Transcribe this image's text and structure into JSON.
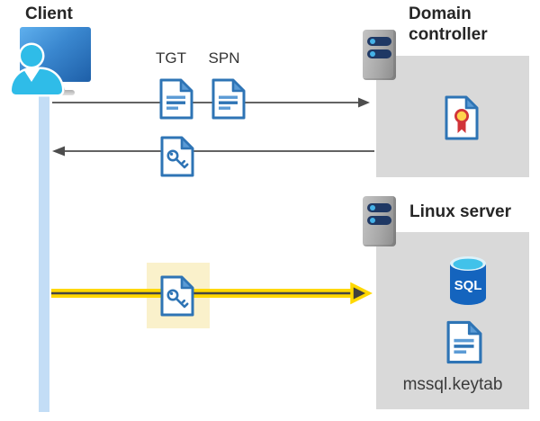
{
  "client": {
    "label": "Client"
  },
  "tickets": {
    "tgt_label": "TGT",
    "spn_label": "SPN"
  },
  "domain_controller": {
    "label": "Domain controller"
  },
  "linux_server": {
    "label": "Linux server",
    "sql_label": "SQL",
    "keytab_label": "mssql.keytab"
  },
  "icons": {
    "client_computer": "monitor-with-person",
    "server": "gray-tower-with-two-status-lights",
    "ticket_document": "blue-document-with-text-lines",
    "key_document": "blue-document-with-key",
    "certificate": "document-with-red-yellow-seal",
    "sql_database": "blue-cylinder-labeled-SQL"
  },
  "colors": {
    "accent_yellow": "#FFD800",
    "highlight_background": "#FAF1CB",
    "document_blue": "#2E74B5",
    "box_gray": "#D9D9D9",
    "lifeline_blue": "#C3DDF6",
    "arrow_gray": "#4D4D4D",
    "database_blue": "#1464BE",
    "person_cyan": "#2FBCE8"
  }
}
